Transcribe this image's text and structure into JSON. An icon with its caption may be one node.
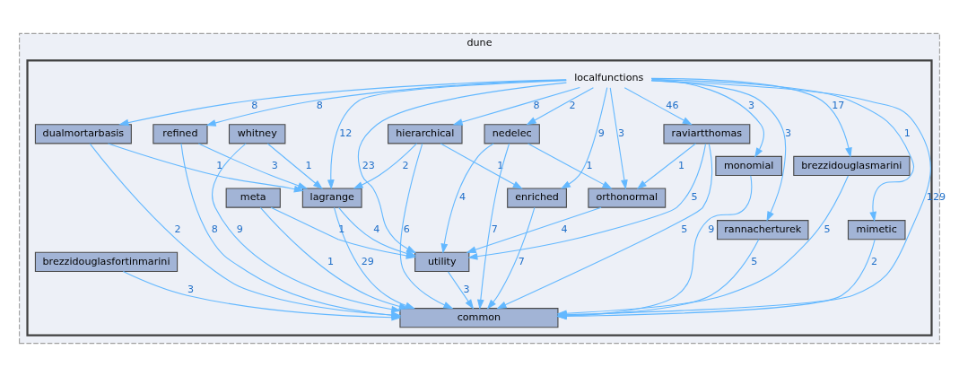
{
  "diagram": {
    "nodes": [
      {
        "text": [
          "dune"
        ]
      },
      {
        "text": [
          "localfunctions"
        ],
        "in": 0
      },
      {
        "text": [
          "dualmortarbasis"
        ],
        "in": 1
      },
      {
        "text": [
          "refined"
        ],
        "in": 1
      },
      {
        "text": [
          "whitney"
        ],
        "in": 1
      },
      {
        "text": [
          "hierarchical"
        ],
        "in": 1
      },
      {
        "text": [
          "nedelec"
        ],
        "in": 1
      },
      {
        "text": [
          "raviartthomas"
        ],
        "in": 1
      },
      {
        "text": [
          "lagrange"
        ],
        "in": 1
      },
      {
        "text": [
          "enriched"
        ],
        "in": 1
      },
      {
        "text": [
          "meta"
        ],
        "in": 1
      },
      {
        "text": [
          "orthonormal"
        ],
        "in": 1
      },
      {
        "text": [
          "monomial"
        ],
        "in": 1
      },
      {
        "text": [
          "brezzidouglasfortinmarini"
        ],
        "in": 1
      },
      {
        "text": [
          "utility"
        ],
        "in": 1
      },
      {
        "text": [
          "rannacherturek"
        ],
        "in": 1
      },
      {
        "text": [
          "brezzidouglasmarini"
        ],
        "in": 1
      },
      {
        "text": [
          "mimetic"
        ],
        "in": 1
      },
      {
        "text": [
          "common"
        ],
        "in": 1
      }
    ],
    "edges": [
      {
        "from": 1,
        "to": 2,
        "arrow": "to",
        "label": "8"
      },
      {
        "from": 1,
        "to": 3,
        "arrow": "to",
        "label": "8"
      },
      {
        "from": 1,
        "to": 5,
        "arrow": "to",
        "label": "8"
      },
      {
        "from": 1,
        "to": 6,
        "arrow": "to",
        "label": "2"
      },
      {
        "from": 1,
        "to": 7,
        "arrow": "to",
        "label": "46"
      },
      {
        "from": 1,
        "to": 8,
        "arrow": "to",
        "label": "12"
      },
      {
        "from": 1,
        "to": 9,
        "arrow": "to",
        "label": "9"
      },
      {
        "from": 1,
        "to": 11,
        "arrow": "to",
        "label": "3"
      },
      {
        "from": 1,
        "to": 14,
        "arrow": "to",
        "label": "23"
      },
      {
        "from": 1,
        "to": 12,
        "arrow": "to",
        "label": "3"
      },
      {
        "from": 1,
        "to": 17,
        "arrow": "to",
        "label": "1"
      },
      {
        "from": 1,
        "to": 16,
        "arrow": "to",
        "label": "17"
      },
      {
        "from": 1,
        "to": 15,
        "arrow": "to",
        "label": "3"
      },
      {
        "from": 1,
        "to": 18,
        "arrow": "to",
        "label": "129"
      },
      {
        "from": 2,
        "to": 8,
        "arrow": "to",
        "label": "1"
      },
      {
        "from": 2,
        "to": 18,
        "arrow": "to",
        "label": "2"
      },
      {
        "from": 3,
        "to": 8,
        "arrow": "to",
        "label": "3"
      },
      {
        "from": 3,
        "to": 18,
        "arrow": "to",
        "label": "8"
      },
      {
        "from": 4,
        "to": 8,
        "arrow": "to",
        "label": "1"
      },
      {
        "from": 4,
        "to": 18,
        "arrow": "to",
        "label": "9"
      },
      {
        "from": 5,
        "to": 8,
        "arrow": "to",
        "label": "2"
      },
      {
        "from": 5,
        "to": 9,
        "arrow": "to",
        "label": "1"
      },
      {
        "from": 5,
        "to": 18,
        "arrow": "to",
        "label": "6"
      },
      {
        "from": 6,
        "to": 11,
        "arrow": "to",
        "label": "1"
      },
      {
        "from": 6,
        "to": 14,
        "arrow": "to",
        "label": "4"
      },
      {
        "from": 6,
        "to": 18,
        "arrow": "to",
        "label": "7"
      },
      {
        "from": 7,
        "to": 11,
        "arrow": "to",
        "label": "1"
      },
      {
        "from": 7,
        "to": 14,
        "arrow": "to",
        "label": "5"
      },
      {
        "from": 7,
        "to": 18,
        "arrow": "to",
        "label": "5"
      },
      {
        "from": 8,
        "to": 14,
        "arrow": "to",
        "label": "4"
      },
      {
        "from": 8,
        "to": 18,
        "arrow": "to",
        "label": "29"
      },
      {
        "from": 9,
        "to": 18,
        "arrow": "to",
        "label": "7"
      },
      {
        "from": 10,
        "to": 14,
        "arrow": "to",
        "label": "1"
      },
      {
        "from": 10,
        "to": 18,
        "arrow": "to",
        "label": "1"
      },
      {
        "from": 11,
        "to": 14,
        "arrow": "to",
        "label": "4"
      },
      {
        "from": 12,
        "to": 18,
        "arrow": "to",
        "label": "9"
      },
      {
        "from": 13,
        "to": 18,
        "arrow": "to",
        "label": "3"
      },
      {
        "from": 14,
        "to": 18,
        "arrow": "to",
        "label": "3"
      },
      {
        "from": 15,
        "to": 18,
        "arrow": "to",
        "label": "5"
      },
      {
        "from": 16,
        "to": 18,
        "arrow": "to",
        "label": "5"
      },
      {
        "from": 17,
        "to": 18,
        "arrow": "to",
        "label": "2"
      }
    ]
  }
}
